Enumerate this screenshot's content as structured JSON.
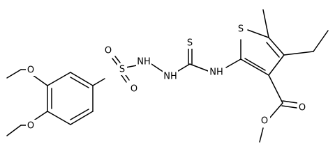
{
  "molecule": {
    "atoms": {
      "O_methoxy_upper": "O",
      "O_methoxy_lower": "O",
      "O_sulfonyl_upper": "O",
      "S_sulfonyl": "S",
      "O_sulfonyl_lower": "O",
      "NH_sulfonyl": "NH",
      "NH_hydrazide": "NH",
      "S_thiocarbonyl": "S",
      "NH_thiourea": "NH",
      "S_thiophene": "S",
      "O_carbonyl": "O",
      "O_ester": "O"
    }
  }
}
